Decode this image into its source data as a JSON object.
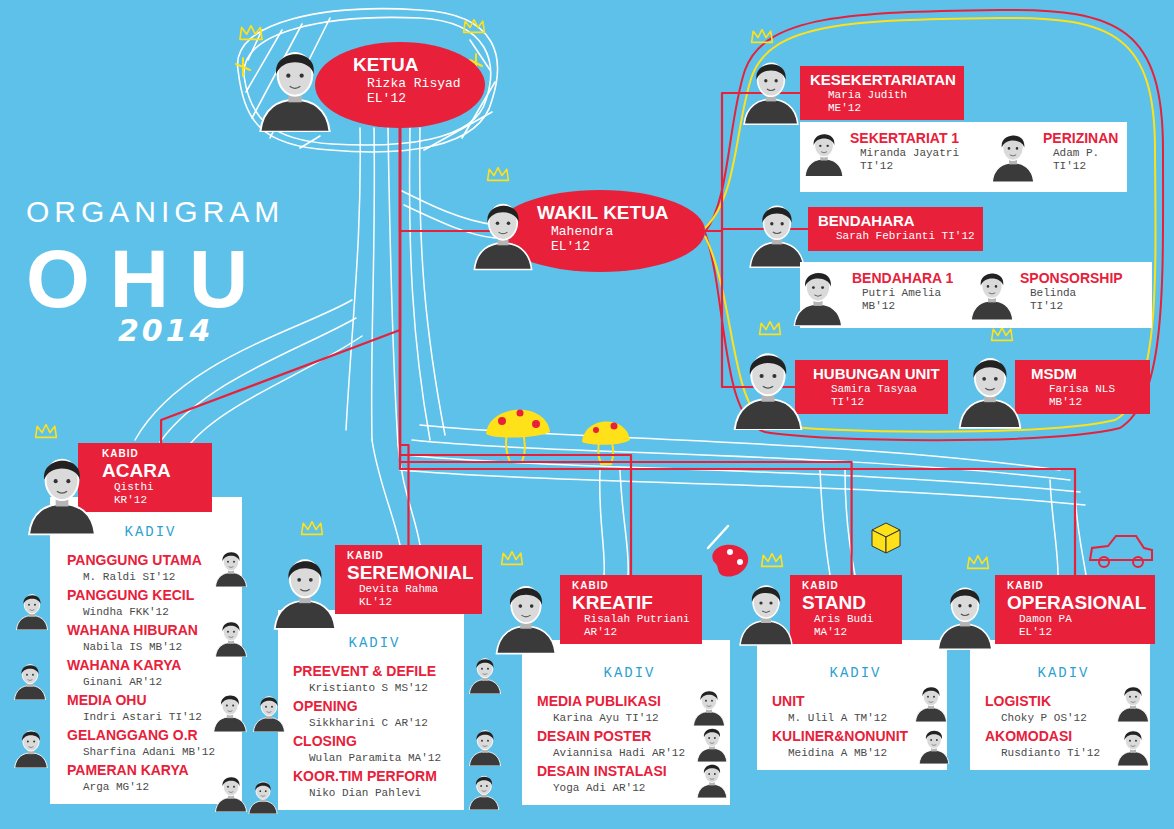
{
  "diagram": {
    "title": "ORGANIGRAM",
    "nodes": [
      {
        "text": [
          "KETUA",
          "Rizka Risyad",
          "EL'12"
        ]
      },
      {
        "text": [
          "WAKIL KETUA",
          "Mahendra",
          "EL'12"
        ]
      },
      {
        "text": [
          "KESEKERTARIATAN",
          "Maria Judith",
          "ME'12"
        ]
      },
      {
        "text": [
          "SEKERTARIAT 1",
          "Miranda Jayatri",
          "TI'12"
        ]
      },
      {
        "text": [
          "PERIZINAN",
          "Adam P.",
          "TI'12"
        ]
      },
      {
        "text": [
          "BENDAHARA",
          "Sarah Febrianti TI'12"
        ]
      },
      {
        "text": [
          "BENDAHARA 1",
          "Putri Amelia",
          "MB'12"
        ]
      },
      {
        "text": [
          "SPONSORSHIP",
          "Belinda",
          "TI'12"
        ]
      },
      {
        "text": [
          "HUBUNGAN UNIT",
          "Samira Tasyaa",
          "TI'12"
        ]
      },
      {
        "text": [
          "MSDM",
          "Farisa NLS",
          "MB'12"
        ]
      },
      {
        "text": [
          "KABID",
          "ACARA",
          "Qisthi",
          "KR'12"
        ]
      },
      {
        "text": [
          "KADIV",
          "PANGGUNG UTAMA",
          "M. Raldi SI'12",
          "PANGGUNG KECIL",
          "Windha FKK'12",
          "WAHANA HIBURAN",
          "Nabila IS MB'12",
          "WAHANA KARYA",
          "Ginani AR'12",
          "MEDIA OHU",
          "Indri Astari TI'12",
          "GELANGGANG O.R",
          "Sharfina Adani MB'12",
          "PAMERAN KARYA",
          "Arga MG'12"
        ]
      },
      {
        "text": [
          "KABID",
          "SEREMONIAL",
          "Devita Rahma",
          "KL'12"
        ]
      },
      {
        "text": [
          "KADIV",
          "PREEVENT & DEFILE",
          "Kristianto S MS'12",
          "OPENING",
          "Sikkharini C AR'12",
          "CLOSING",
          "Wulan Paramita MA'12",
          "KOOR.TIM PERFORM",
          "Niko Dian Pahlevi"
        ]
      },
      {
        "text": [
          "KABID",
          "KREATIF",
          "Risalah Putriani",
          "AR'12"
        ]
      },
      {
        "text": [
          "KADIV",
          "MEDIA PUBLIKASI",
          "Karina Ayu TI'12",
          "DESAIN POSTER",
          "Aviannisa Hadi AR'12",
          "DESAIN INSTALASI",
          "Yoga Adi AR'12"
        ]
      },
      {
        "text": [
          "KABID",
          "STAND",
          "Aris Budi",
          "MA'12"
        ]
      },
      {
        "text": [
          "KADIV",
          "UNIT",
          "M. Ulil A TM'12",
          "KULINER&NONUNIT",
          "Meidina A MB'12"
        ]
      },
      {
        "text": [
          "KABID",
          "OPERASIONAL",
          "Damon PA",
          "EL'12"
        ]
      },
      {
        "text": [
          "KADIV",
          "LOGISTIK",
          "Choky P OS'12",
          "AKOMODASI",
          "Rusdianto Ti'12"
        ]
      }
    ],
    "edges": [
      {
        "from": 0,
        "to": 1,
        "arrow": "none"
      },
      {
        "from": 1,
        "to": 2,
        "arrow": "none"
      },
      {
        "from": 1,
        "to": 5,
        "arrow": "none"
      },
      {
        "from": 1,
        "to": 8,
        "arrow": "none"
      },
      {
        "from": 0,
        "to": 10,
        "arrow": "none"
      },
      {
        "from": 0,
        "to": 12,
        "arrow": "none"
      },
      {
        "from": 0,
        "to": 14,
        "arrow": "none"
      },
      {
        "from": 0,
        "to": 16,
        "arrow": "none"
      },
      {
        "from": 0,
        "to": 18,
        "arrow": "none"
      }
    ],
    "labels": [
      "OHU",
      "2014"
    ]
  }
}
